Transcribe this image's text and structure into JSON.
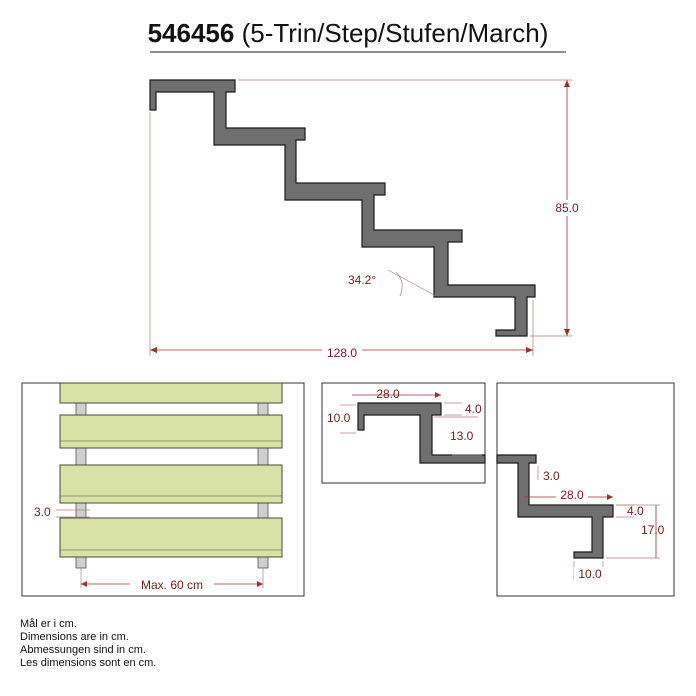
{
  "title": {
    "code": "546456",
    "rest": " (5-Trin/Step/Stufen/March)"
  },
  "main_view": {
    "height_label": "85.0",
    "length_label": "128.0",
    "angle_label": "34.2°"
  },
  "board_view": {
    "spacing_label": "3.0",
    "max_label": "Max. 60 cm"
  },
  "top_detail": {
    "width_label": "28.0",
    "thickness_label": "4.0",
    "nose_label": "10.0",
    "rise_label": "13.0"
  },
  "bottom_detail": {
    "gap_label": "3.0",
    "width_label": "28.0",
    "thickness_label": "4.0",
    "rise_label": "17.0",
    "foot_label": "10.0"
  },
  "notes": [
    "Mål er i cm.",
    "Dimensions are in cm.",
    "Abmessungen sind in cm.",
    "Les dimensions sont en cm."
  ],
  "colors": {
    "stringer": "#6f6f6f",
    "board": "#d8e2a6",
    "dimension": "#7a1818"
  }
}
